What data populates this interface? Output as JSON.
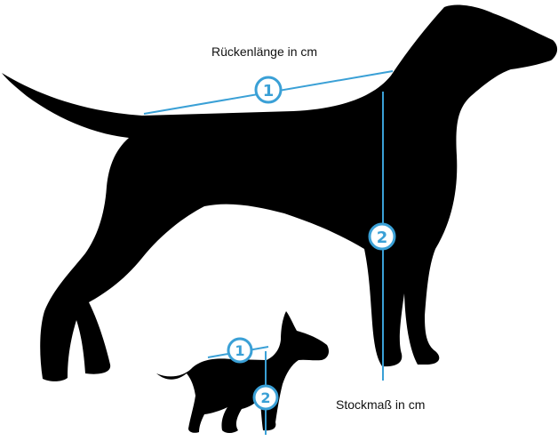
{
  "labels": {
    "back_length": "Rückenlänge in cm",
    "shoulder_height": "Stockmaß in cm"
  },
  "markers": {
    "back_length": "1",
    "shoulder_height": "2"
  },
  "colors": {
    "silhouette": "#000000",
    "measure_line": "#3aa0d6",
    "background": "#ffffff"
  }
}
